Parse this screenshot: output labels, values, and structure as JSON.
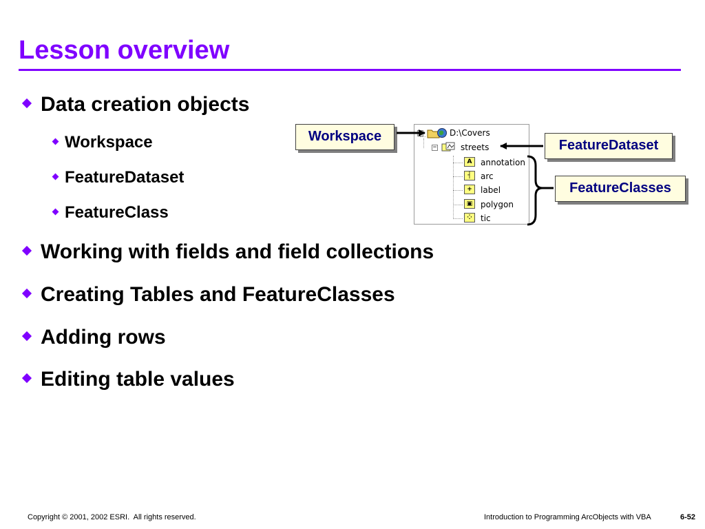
{
  "slide": {
    "title": "Lesson overview"
  },
  "bullets": {
    "data_creation": "Data creation objects",
    "sub": [
      "Workspace",
      "FeatureDataset",
      "FeatureClass"
    ],
    "fields": "Working with fields and field collections",
    "creating": "Creating Tables and FeatureClasses",
    "adding": "Adding rows",
    "editing": "Editing table values"
  },
  "callouts": {
    "workspace": "Workspace",
    "featuredataset": "FeatureDataset",
    "featureclasses": "FeatureClasses"
  },
  "tree": {
    "root": "D:\\Covers",
    "dataset": "streets",
    "classes": [
      {
        "label": "annotation",
        "icon": "annotation-icon",
        "glyph": "A"
      },
      {
        "label": "arc",
        "icon": "arc-icon",
        "glyph": "┤"
      },
      {
        "label": "label",
        "icon": "label-icon",
        "glyph": "+"
      },
      {
        "label": "polygon",
        "icon": "polygon-icon",
        "glyph": "▣"
      },
      {
        "label": "tic",
        "icon": "tic-icon",
        "glyph": "⁘"
      }
    ],
    "expander_symbol": "−"
  },
  "footer": {
    "copyright": "Copyright © 2001, 2002 ESRI.  All rights reserved.",
    "course": "Introduction to Programming ArcObjects with VBA",
    "page": "6-52"
  },
  "colors": {
    "accent": "#7f00ff",
    "callout_bg": "#fffde0",
    "callout_text": "#000080"
  }
}
